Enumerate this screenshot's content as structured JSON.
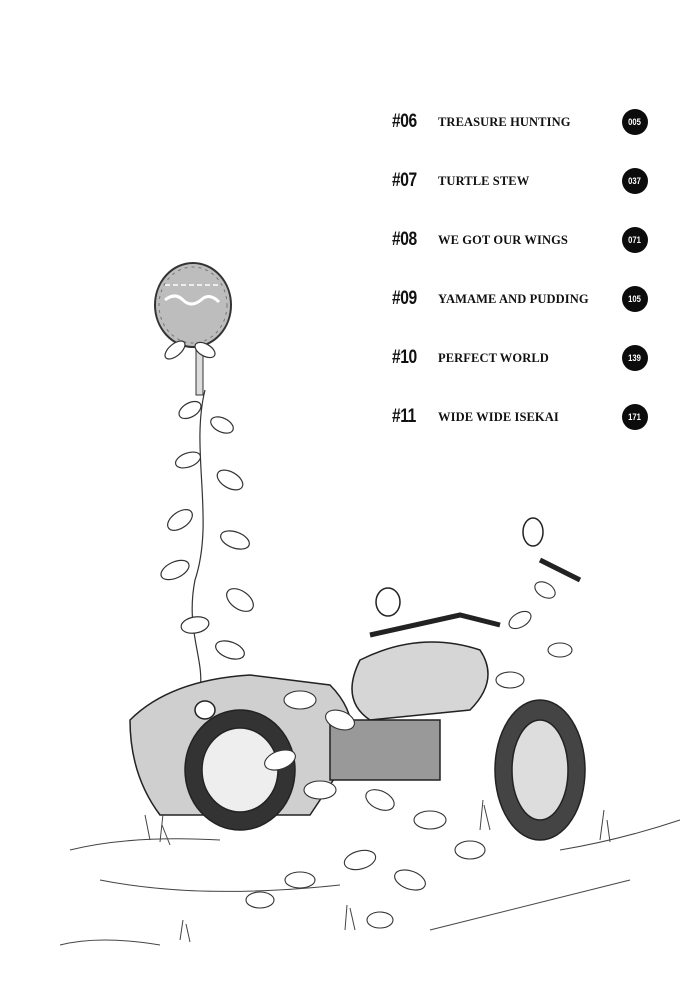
{
  "contents": [
    {
      "number": "#06",
      "title": "TREASURE HUNTING",
      "page": "005"
    },
    {
      "number": "#07",
      "title": "TURTLE STEW",
      "page": "037"
    },
    {
      "number": "#08",
      "title": "WE GOT OUR WINGS",
      "page": "071"
    },
    {
      "number": "#09",
      "title": "YAMAME AND PUDDING",
      "page": "105"
    },
    {
      "number": "#10",
      "title": "PERFECT WORLD",
      "page": "139"
    },
    {
      "number": "#11",
      "title": "WIDE WIDE ISEKAI",
      "page": "171"
    }
  ],
  "colors": {
    "ink": "#111111",
    "badge": "#0c0c0c",
    "paper": "#ffffff"
  }
}
